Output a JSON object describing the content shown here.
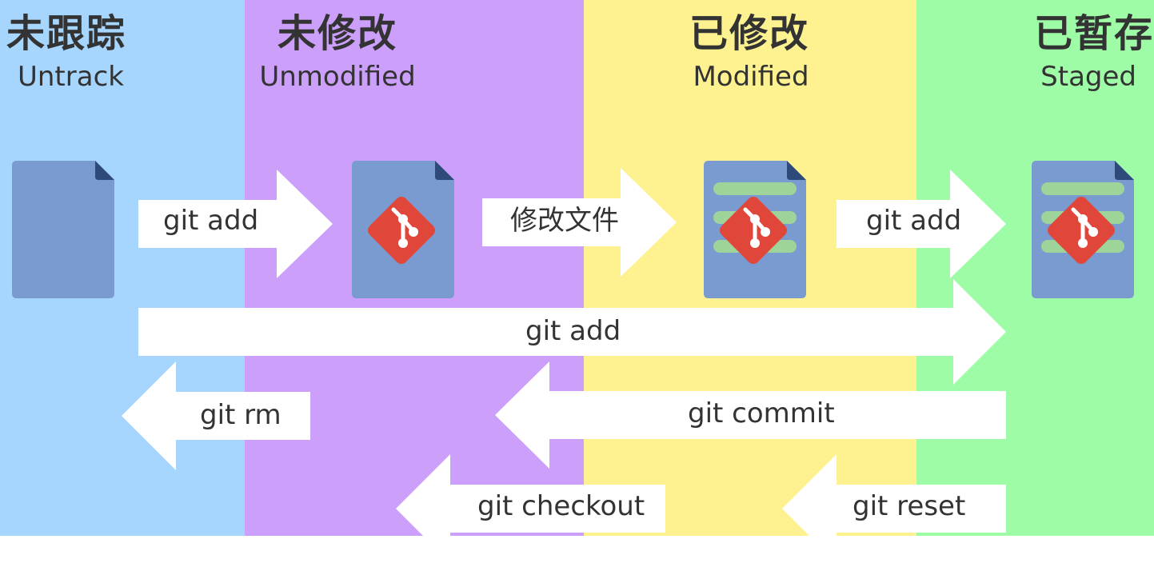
{
  "columns": [
    {
      "title": "未跟踪",
      "subtitle": "Untrack",
      "color": "#a6d5fd"
    },
    {
      "title": "未修改",
      "subtitle": "Unmodified",
      "color": "#cc9ffb"
    },
    {
      "title": "已修改",
      "subtitle": "Modified",
      "color": "#fef18f"
    },
    {
      "title": "已暂存",
      "subtitle": "Staged",
      "color": "#9ffca6"
    }
  ],
  "files": [
    {
      "name": "untracked-file-icon",
      "has_git_logo": false,
      "has_lines": false
    },
    {
      "name": "unmodified-file-icon",
      "has_git_logo": true,
      "has_lines": false
    },
    {
      "name": "modified-file-icon",
      "has_git_logo": true,
      "has_lines": true
    },
    {
      "name": "staged-file-icon",
      "has_git_logo": true,
      "has_lines": true
    }
  ],
  "arrows": [
    {
      "label": "git add",
      "direction": "right"
    },
    {
      "label": "修改文件",
      "direction": "right"
    },
    {
      "label": "git add",
      "direction": "right"
    },
    {
      "label": "git add",
      "direction": "right"
    },
    {
      "label": "git rm",
      "direction": "left"
    },
    {
      "label": "git commit",
      "direction": "left"
    },
    {
      "label": "git checkout",
      "direction": "left"
    },
    {
      "label": "git reset",
      "direction": "left"
    }
  ],
  "colors": {
    "file_fill": "#7a9bcf",
    "file_fold": "#2e4a7a",
    "git_logo": "#e0463a",
    "line_green": "#9ed49a",
    "arrow": "#ffffff",
    "text": "#333333"
  }
}
